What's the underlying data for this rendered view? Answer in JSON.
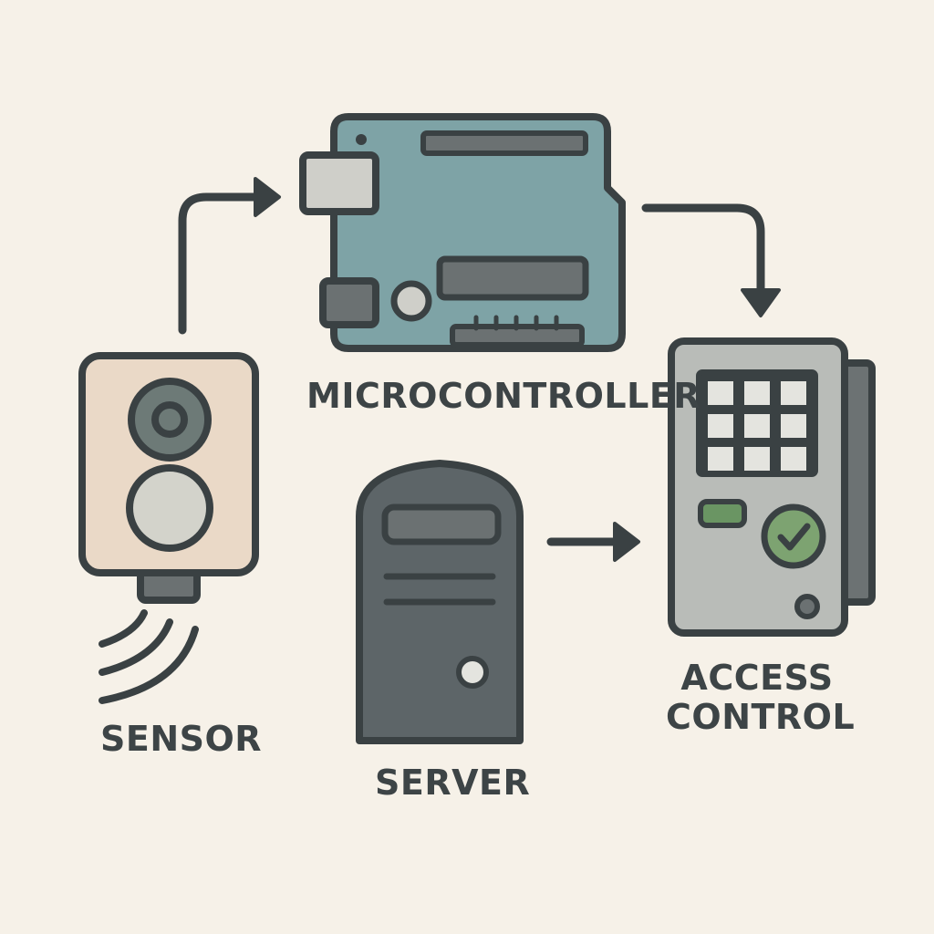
{
  "diagram": {
    "nodes": {
      "microcontroller": {
        "label": "MICROCONTROLLER"
      },
      "sensor": {
        "label": "SENSOR"
      },
      "server": {
        "label": "SERVER"
      },
      "access_control": {
        "label_lines": [
          "ACCESS",
          "CONTROL"
        ]
      }
    },
    "edges": [
      {
        "from": "sensor",
        "to": "microcontroller"
      },
      {
        "from": "microcontroller",
        "to": "access_control"
      },
      {
        "from": "server",
        "to": "access_control"
      }
    ]
  },
  "icons": {
    "sensor": "motion-sensor-icon",
    "microcontroller": "circuit-board-icon",
    "server": "server-tower-icon",
    "access_control": "keypad-access-panel-icon",
    "status": "checkmark-icon"
  },
  "colors": {
    "background": "#f6f1e8",
    "outline": "#3a4143",
    "label_text": "#3d4446",
    "board": "#7ea3a6",
    "sensor_body": "#ead9c7",
    "sensor_lens_outer": "#6d7a77",
    "sensor_lens_inner": "#d3d3cb",
    "server_body": "#5d6568",
    "panel_body": "#b9bcb8",
    "panel_side": "#6c7273",
    "key": "#e4e4df",
    "indicator_green": "#6a9563",
    "check_circle": "#7da371",
    "metal_grey": "#6b7172",
    "port_grey": "#cfcfc9"
  }
}
